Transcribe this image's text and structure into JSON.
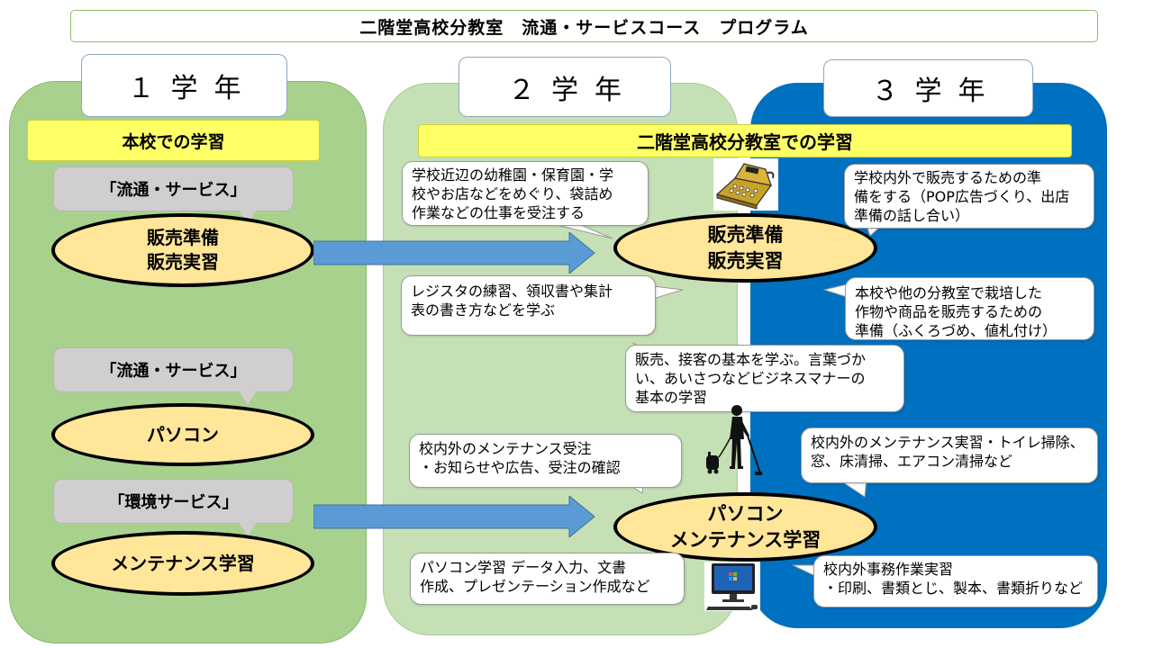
{
  "title": "二階堂高校分教室　流通・サービスコース　プログラム",
  "years": {
    "year1": "１学年",
    "year2": "２学年",
    "year3": "３学年"
  },
  "year1": {
    "header": "本校での学習",
    "course_a_label": "「流通・サービス」",
    "sales_lines": [
      "販売準備",
      "販売実習"
    ],
    "course_b_label": "「流通・サービス」",
    "pc": "パソコン",
    "course_c_label": "「環境サービス」",
    "maintenance": "メンテナンス学習"
  },
  "year23": {
    "header": "二階堂高校分教室での学習",
    "sales_lines": [
      "販売準備",
      "販売実習"
    ],
    "pcmaint_lines": [
      "パソコン",
      "メンテナンス学習"
    ]
  },
  "notes": {
    "kindergarten": [
      "学校近辺の幼稚園・保育園・学",
      "校やお店などをめぐり、袋詰め",
      "作業などの仕事を受注する"
    ],
    "register": [
      "レジスタの練習、領収書や集計",
      "表の書き方などを学ぶ"
    ],
    "pop_prep": [
      "学校内外で販売するための準",
      "備をする（POP広告づくり、出店",
      "準備の話し合い）"
    ],
    "crops": [
      "本校や他の分教室で栽培した",
      "作物や商品を販売するための",
      "準備（ふくろづめ、値札付け）"
    ],
    "customer": [
      "販売、接客の基本を学ぶ。言葉づか",
      "い、あいさつなどビジネスマナーの",
      "基本の学習"
    ],
    "maint_orders": [
      "校内外のメンテナンス受注",
      "・お知らせや広告、受注の確認"
    ],
    "cleaning": [
      "校内外のメンテナンス実習・トイレ掃除、",
      "窓、床清掃、エアコン清掃など"
    ],
    "pc_study": [
      "パソコン学習  データ入力、文書",
      "作成、プレゼンテーション作成など"
    ],
    "office": [
      "校内外事務作業実習",
      "・印刷、書類とじ、製本、書類折りなど"
    ]
  },
  "icons": {
    "register": "cash-register-icon",
    "cleaner": "vacuum-cleaner-person-icon",
    "computer": "desktop-computer-icon"
  },
  "colors": {
    "col1": "#a9d18e",
    "col2": "#c5e0b4",
    "col3": "#0070c0",
    "yellow": "#ffff66",
    "ellipse": "#ffe699",
    "arrow": "#5b9bd5"
  }
}
